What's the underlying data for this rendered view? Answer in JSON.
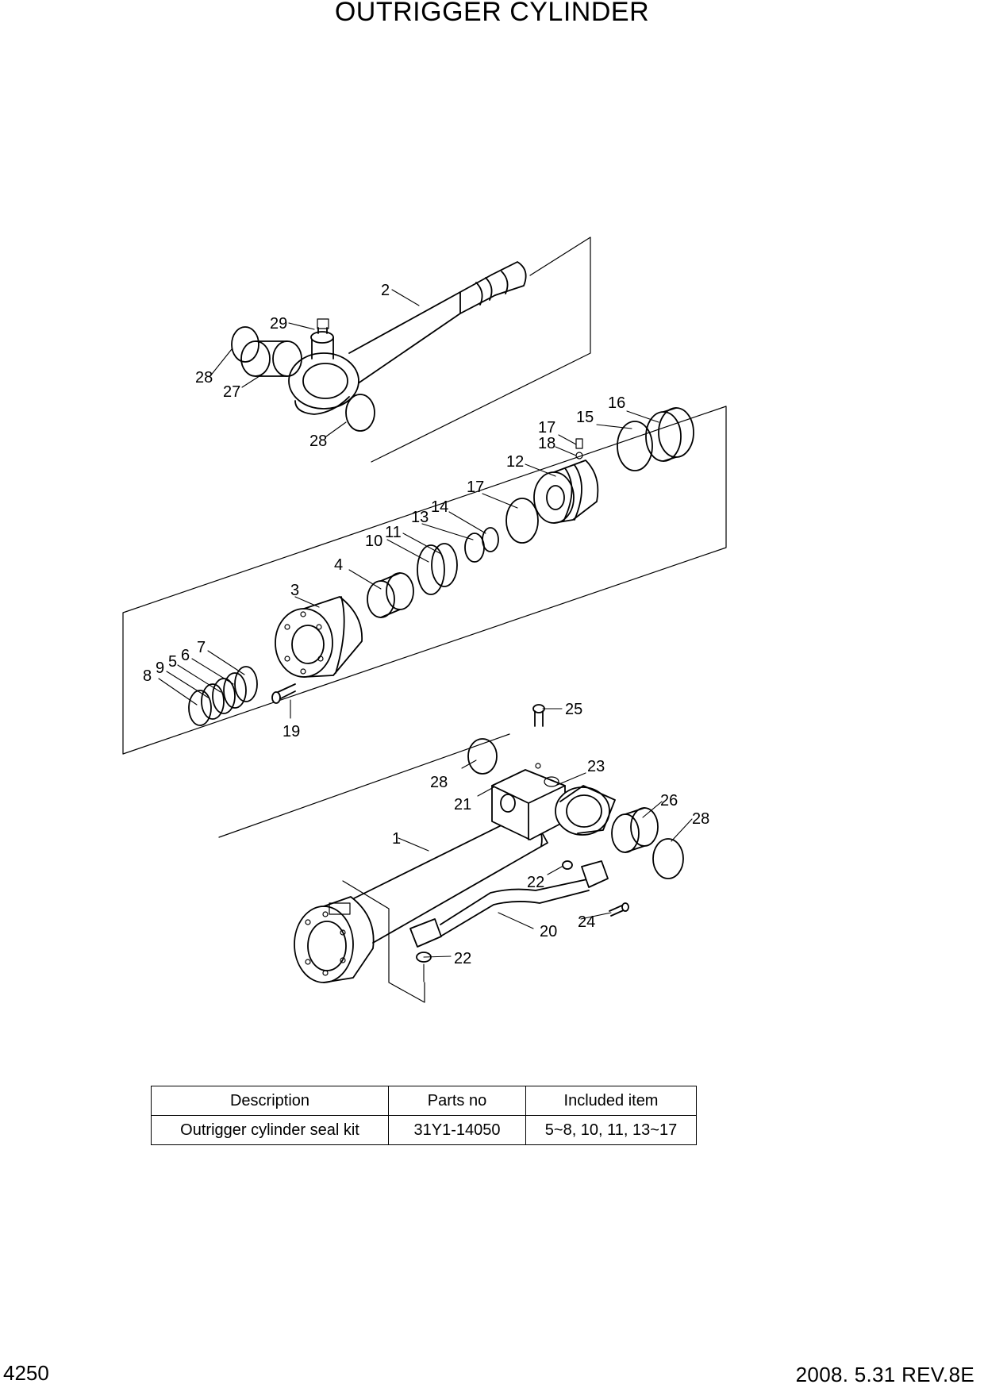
{
  "title": "OUTRIGGER CYLINDER",
  "callouts": [
    "1",
    "2",
    "3",
    "4",
    "5",
    "6",
    "7",
    "8",
    "9",
    "10",
    "11",
    "12",
    "13",
    "14",
    "15",
    "16",
    "17",
    "17",
    "18",
    "19",
    "20",
    "21",
    "22",
    "22",
    "23",
    "24",
    "25",
    "26",
    "27",
    "28",
    "28",
    "28",
    "28",
    "29"
  ],
  "table": {
    "headers": [
      "Description",
      "Parts no",
      "Included item"
    ],
    "rows": [
      [
        "Outrigger cylinder seal kit",
        "31Y1-14050",
        "5~8, 10, 11, 13~17"
      ]
    ]
  },
  "footer": {
    "page_number": "4250",
    "revision": "2008. 5.31  REV.8E"
  }
}
